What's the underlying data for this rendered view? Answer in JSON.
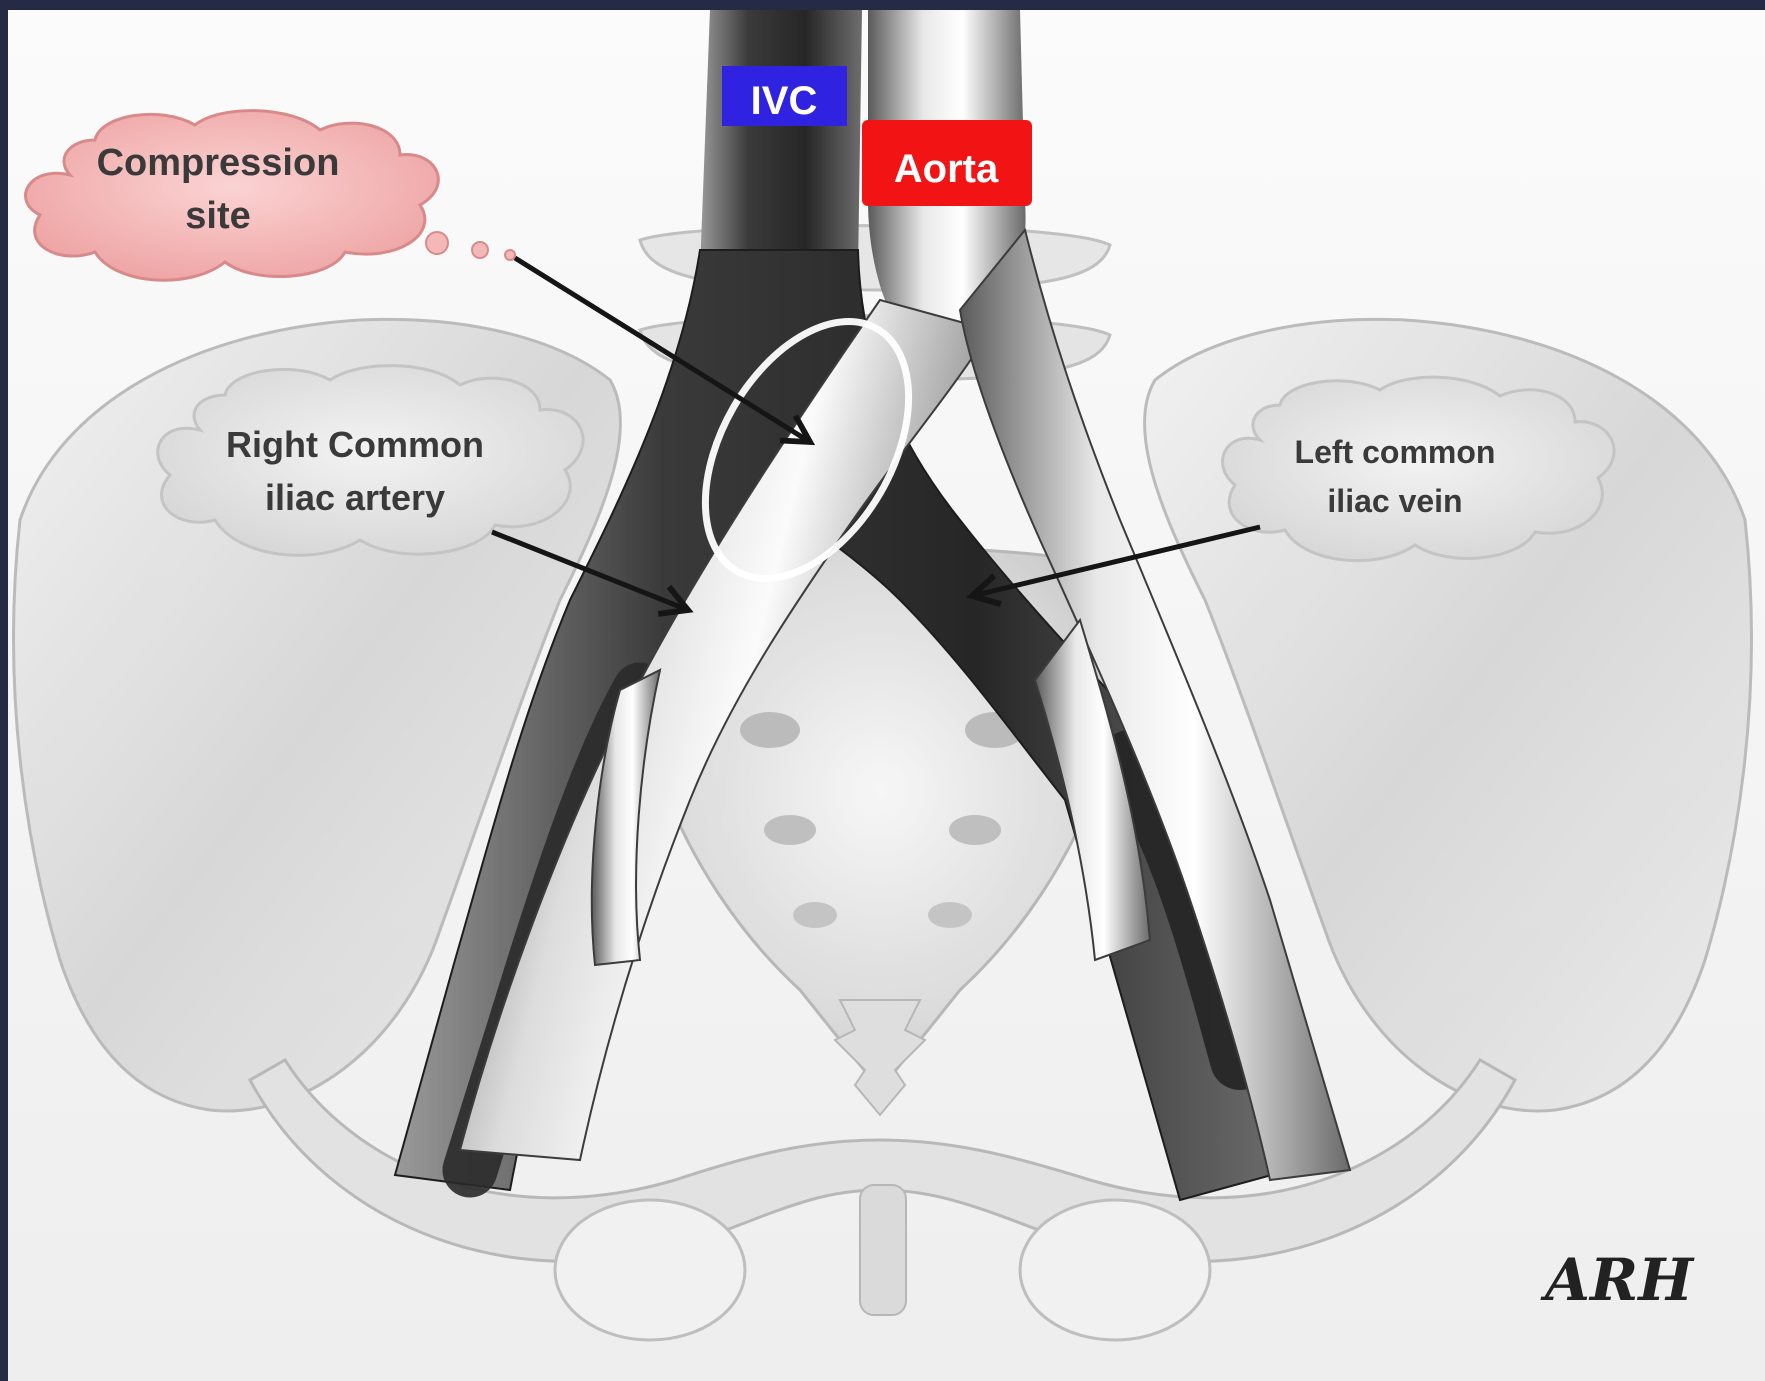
{
  "diagram": {
    "labels": {
      "ivc": "IVC",
      "aorta": "Aorta",
      "compression_line1": "Compression",
      "compression_line2": "site",
      "right_line1": "Right Common",
      "right_line2": "iliac artery",
      "left_line1": "Left common",
      "left_line2": "iliac vein"
    },
    "signature": "ARH",
    "colors": {
      "frame": "#262b45",
      "background": "#f4f4f4",
      "ivc_tag": "#2f22e0",
      "aorta_tag": "#f21414",
      "compression_cloud": "#f4b8b8",
      "label_cloud": "#e9e9e9",
      "vessel_dark": "#2c2c2c",
      "bone": "#dcdcdc"
    }
  }
}
